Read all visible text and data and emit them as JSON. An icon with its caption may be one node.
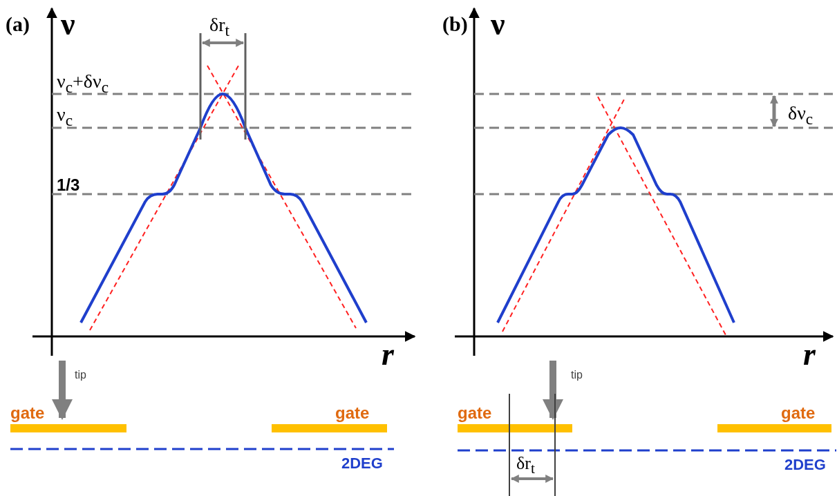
{
  "diagram": {
    "labels": [
      "(a)",
      "ν",
      "δr$_{t}$",
      "(b)",
      "ν",
      "ν$_{c}$+δν$_{c}$",
      "ν$_{c}$",
      "δν$_{c}$",
      "1/3",
      "r",
      "r",
      "tip",
      "tip",
      "gate",
      "gate",
      "gate",
      "gate",
      "2DEG",
      "2DEG",
      "δr$_{t}$"
    ]
  }
}
